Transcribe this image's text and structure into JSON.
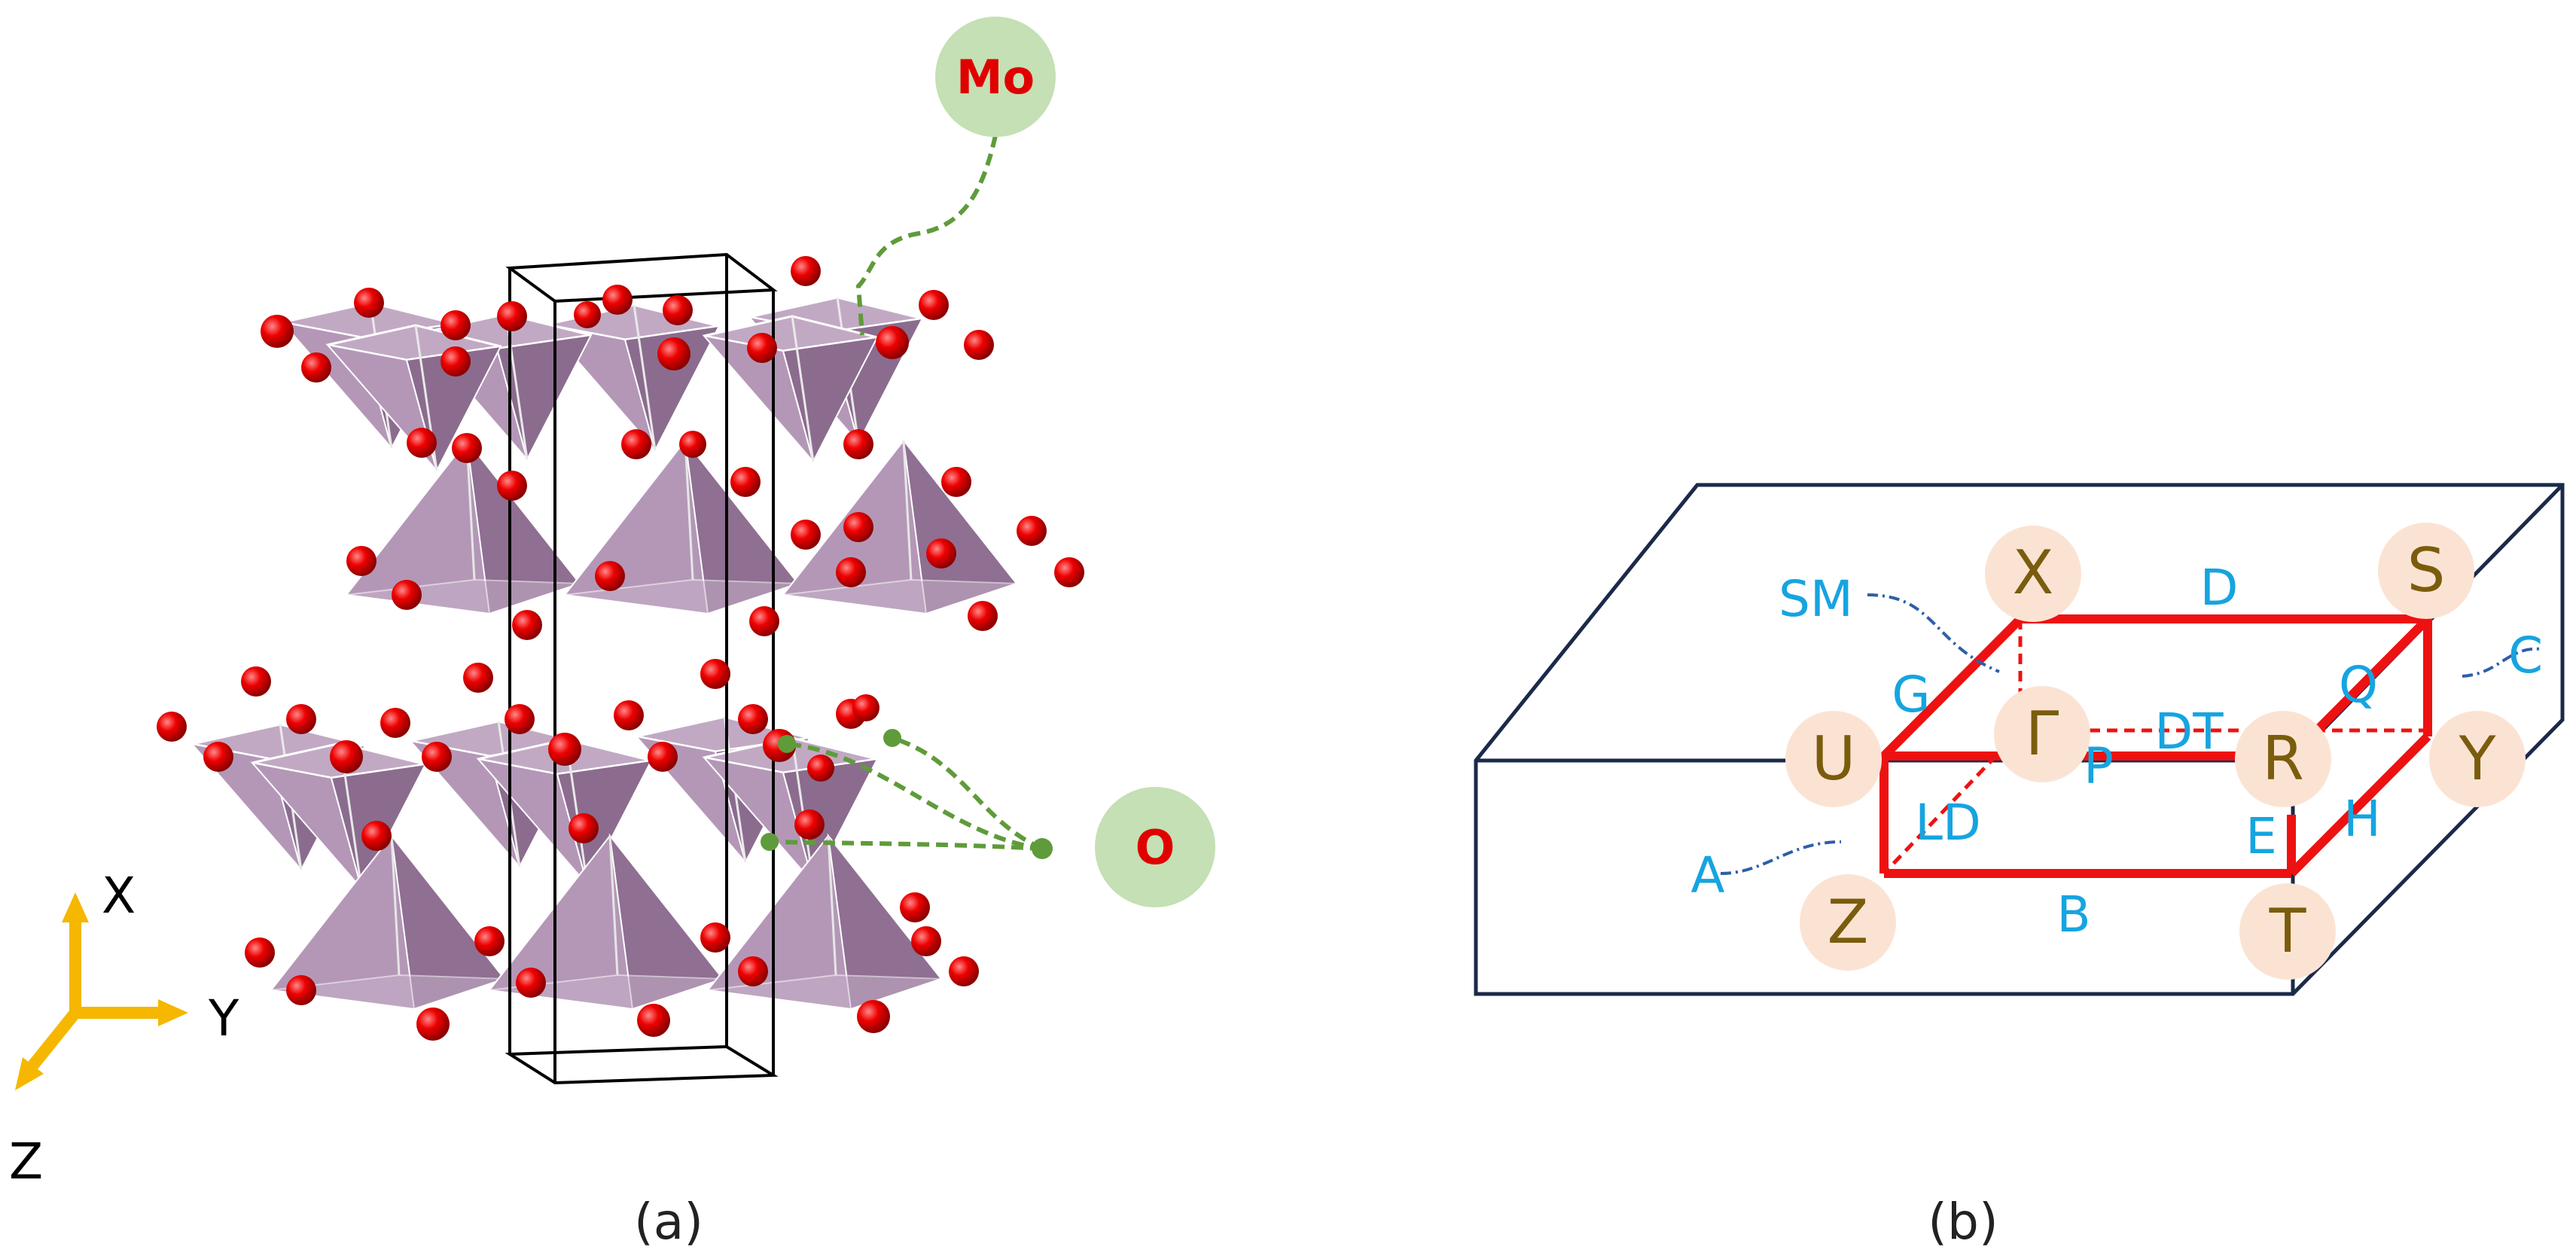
{
  "panel_a": {
    "caption": "(a)",
    "atom_labels": {
      "mo": "Mo",
      "o": "O"
    },
    "axes": {
      "x": "X",
      "y": "Y",
      "z": "Z"
    },
    "colors": {
      "polyhedron": "#a585a9",
      "polyhedron_dark": "#7a5d7d",
      "oxygen": "#e00000",
      "callout_fill": "#c4e0b4",
      "callout_line": "#5f9b3a",
      "axis_arrow": "#f5b700",
      "atom_label_text": "#e00000"
    }
  },
  "panel_b": {
    "caption": "(b)",
    "high_symmetry_points": {
      "x": "X",
      "s": "S",
      "u": "U",
      "gamma": "Γ",
      "r": "R",
      "y": "Y",
      "z": "Z",
      "t": "T"
    },
    "path_labels": {
      "sm": "SM",
      "d": "D",
      "c": "C",
      "g": "G",
      "q": "Q",
      "dt": "DT",
      "p": "P",
      "ld": "LD",
      "e": "E",
      "h": "H",
      "a": "A",
      "b": "B"
    },
    "colors": {
      "box_edge": "#1b2a49",
      "path_edge": "#ee1111",
      "point_fill": "#fbe3d4",
      "point_text": "#7a5c0d",
      "path_label_text": "#16a4e0",
      "leader_line": "#2e5ea8"
    }
  }
}
